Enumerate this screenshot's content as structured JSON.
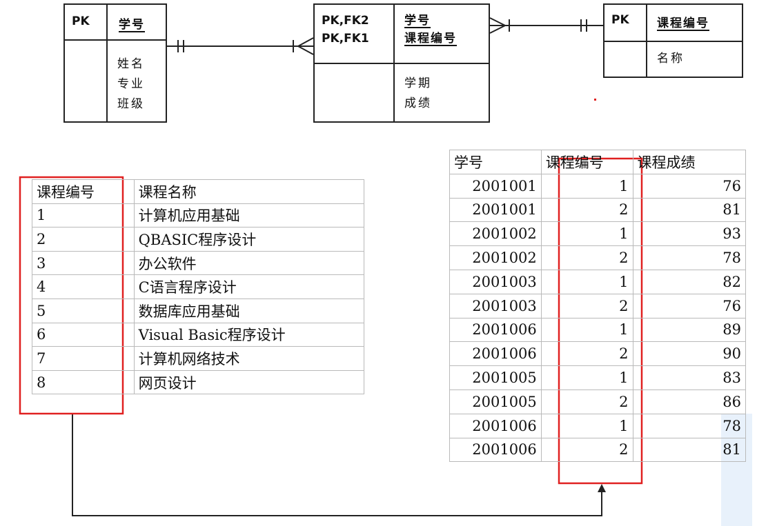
{
  "er": {
    "student": {
      "pk": "PK",
      "key": "学号",
      "attrs": [
        "姓名",
        "专业",
        "班级"
      ]
    },
    "enrollment": {
      "keys_left": [
        "PK,FK2",
        "PK,FK1"
      ],
      "keys_right": [
        "学号",
        "课程编号"
      ],
      "attrs": [
        "学期",
        "成绩"
      ]
    },
    "course": {
      "pk": "PK",
      "key": "课程编号",
      "attrs": [
        "名称"
      ]
    }
  },
  "courses": {
    "headers": [
      "课程编号",
      "课程名称"
    ],
    "rows": [
      [
        "1",
        "计算机应用基础"
      ],
      [
        "2",
        "QBASIC程序设计"
      ],
      [
        "3",
        "办公软件"
      ],
      [
        "4",
        "C语言程序设计"
      ],
      [
        "5",
        "数据库应用基础"
      ],
      [
        "6",
        "Visual Basic程序设计"
      ],
      [
        "7",
        "计算机网络技术"
      ],
      [
        "8",
        "网页设计"
      ]
    ]
  },
  "scores": {
    "headers": [
      "学号",
      "课程编号",
      "课程成绩"
    ],
    "rows": [
      [
        "2001001",
        "1",
        "76"
      ],
      [
        "2001001",
        "2",
        "81"
      ],
      [
        "2001002",
        "1",
        "93"
      ],
      [
        "2001002",
        "2",
        "78"
      ],
      [
        "2001003",
        "1",
        "82"
      ],
      [
        "2001003",
        "2",
        "76"
      ],
      [
        "2001006",
        "1",
        "89"
      ],
      [
        "2001006",
        "2",
        "90"
      ],
      [
        "2001005",
        "1",
        "83"
      ],
      [
        "2001005",
        "2",
        "86"
      ],
      [
        "2001006",
        "1",
        "78"
      ],
      [
        "2001006",
        "2",
        "81"
      ]
    ]
  },
  "colors": {
    "highlight": "#e02020",
    "line": "#222222",
    "grid": "#b9b9b9",
    "panel": "#e8f1fb"
  }
}
